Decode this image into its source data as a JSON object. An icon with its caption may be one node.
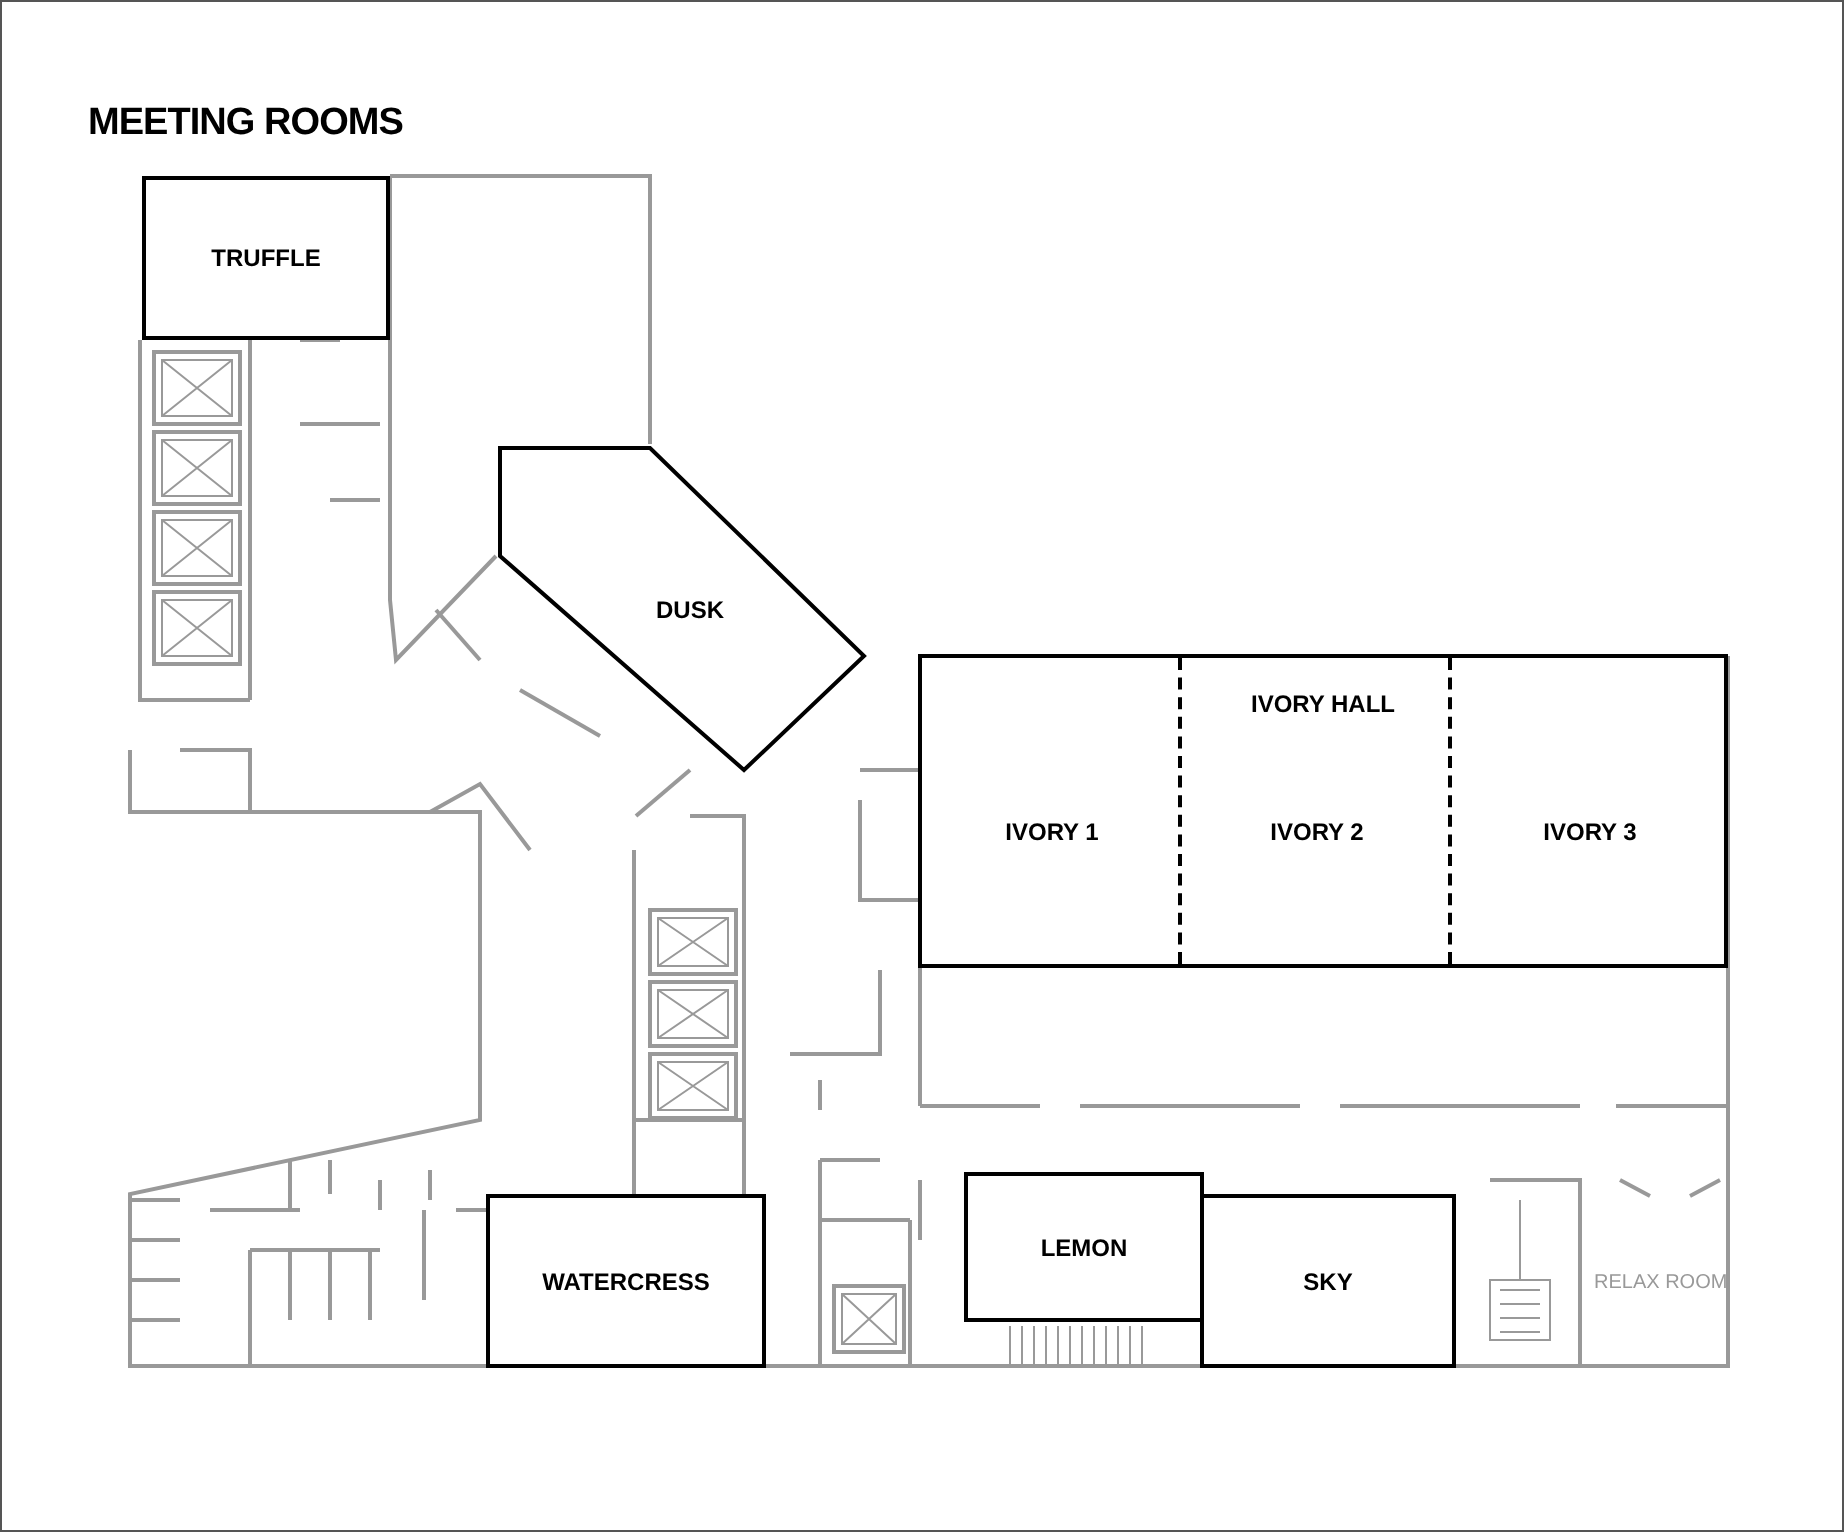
{
  "diagram": {
    "title": "MEETING ROOMS",
    "nodes": [
      {
        "text": [
          "TRUFFLE"
        ]
      },
      {
        "text": [
          "DUSK"
        ]
      },
      {
        "text": [
          "IVORY HALL"
        ]
      },
      {
        "text": [
          "IVORY 1"
        ],
        "in": 2
      },
      {
        "text": [
          "IVORY 2"
        ],
        "in": 2
      },
      {
        "text": [
          "IVORY 3"
        ],
        "in": 2
      },
      {
        "text": [
          "WATERCRESS"
        ]
      },
      {
        "text": [
          "LEMON"
        ]
      },
      {
        "text": [
          "SKY"
        ]
      }
    ],
    "labels": [
      "RELAX ROOM"
    ]
  }
}
